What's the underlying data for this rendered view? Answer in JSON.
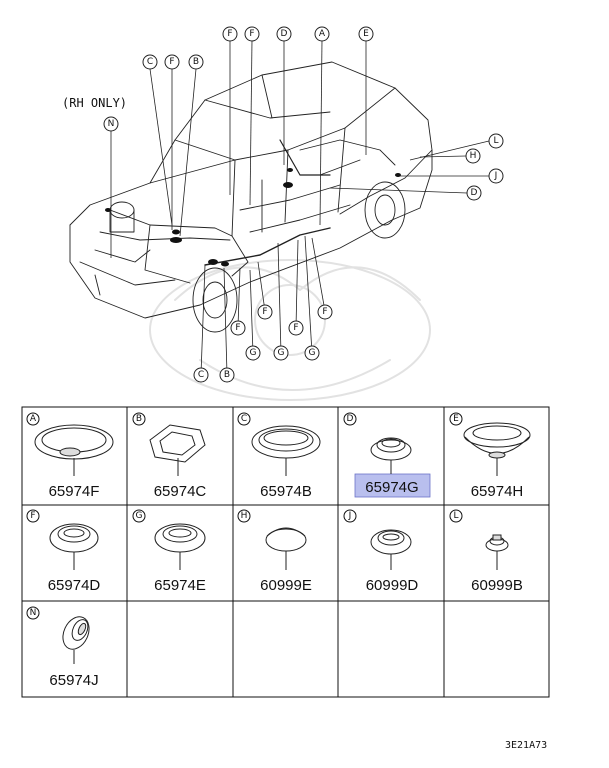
{
  "diagram": {
    "rh_only_label": "(RH ONLY)",
    "callouts": {
      "top": [
        "F",
        "F",
        "D",
        "A",
        "E"
      ],
      "left": [
        "C",
        "F",
        "B"
      ],
      "rh": "N",
      "right": [
        "L",
        "H",
        "J",
        "D"
      ],
      "bottom_row1": [
        "F",
        "F",
        "F"
      ],
      "bottom_row2": [
        "F",
        "G",
        "G",
        "G"
      ],
      "bottom_row3": [
        "C",
        "B"
      ]
    }
  },
  "parts_table": {
    "cells": [
      {
        "letter": "A",
        "part_number": "65974F",
        "shape": "grommet-wide-flange"
      },
      {
        "letter": "B",
        "part_number": "65974C",
        "shape": "grommet-rectangular"
      },
      {
        "letter": "C",
        "part_number": "65974B",
        "shape": "grommet-round-large"
      },
      {
        "letter": "D",
        "part_number": "65974G",
        "shape": "grommet-small-cup",
        "highlighted": true
      },
      {
        "letter": "E",
        "part_number": "65974H",
        "shape": "grommet-cone"
      },
      {
        "letter": "F",
        "part_number": "65974D",
        "shape": "grommet-round-medium"
      },
      {
        "letter": "G",
        "part_number": "65974E",
        "shape": "grommet-round-medium"
      },
      {
        "letter": "H",
        "part_number": "60999E",
        "shape": "grommet-dome"
      },
      {
        "letter": "J",
        "part_number": "60999D",
        "shape": "grommet-round-medium"
      },
      {
        "letter": "L",
        "part_number": "60999B",
        "shape": "grommet-small"
      },
      {
        "letter": "N",
        "part_number": "65974J",
        "shape": "grommet-angled"
      }
    ],
    "highlight_color": "#b9bfee"
  },
  "reference_code": "3E21A73"
}
